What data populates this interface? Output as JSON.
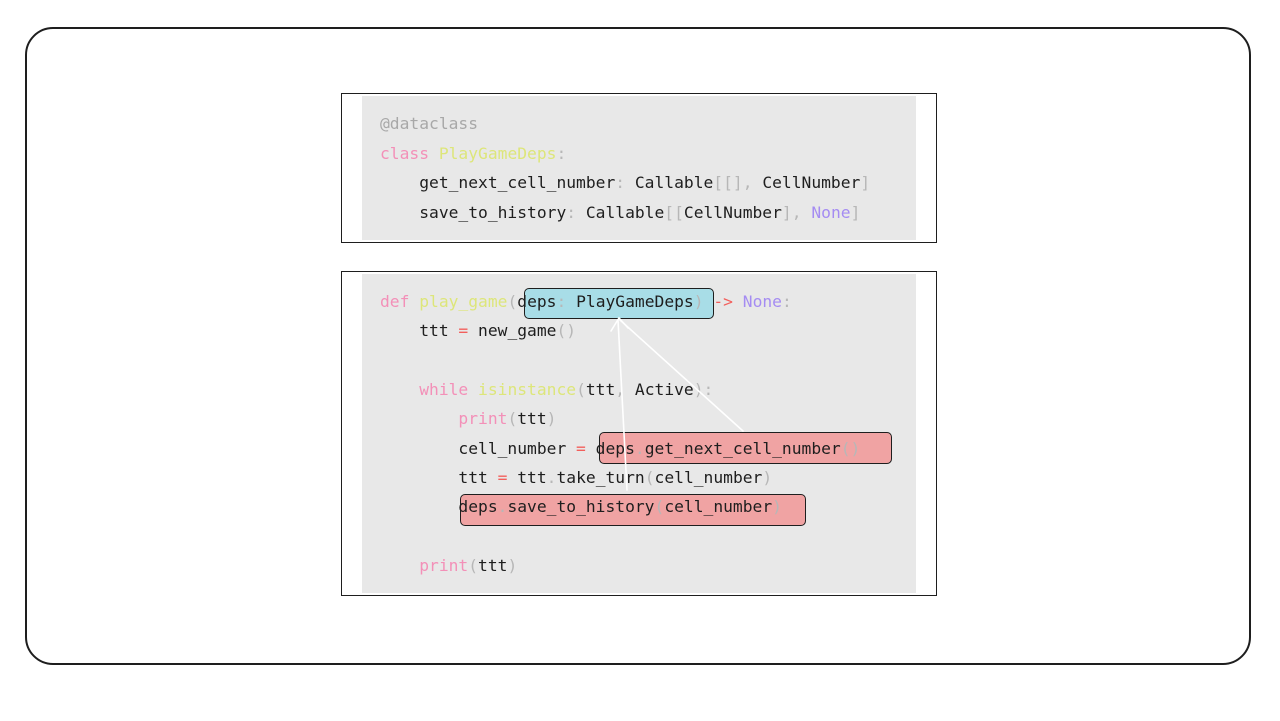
{
  "panel1": {
    "lines": [
      {
        "tokens": [
          {
            "t": "@dataclass",
            "c": "dec"
          }
        ]
      },
      {
        "tokens": [
          {
            "t": "class ",
            "c": "kw"
          },
          {
            "t": "PlayGameDeps",
            "c": "ty"
          },
          {
            "t": ":",
            "c": "pn"
          }
        ]
      },
      {
        "tokens": [
          {
            "t": "    get_next_cell_number",
            "c": ""
          },
          {
            "t": ": ",
            "c": "pn"
          },
          {
            "t": "Callable",
            "c": ""
          },
          {
            "t": "[[], ",
            "c": "pn"
          },
          {
            "t": "CellNumber",
            "c": ""
          },
          {
            "t": "]",
            "c": "pn"
          }
        ]
      },
      {
        "tokens": [
          {
            "t": "    save_to_history",
            "c": ""
          },
          {
            "t": ": ",
            "c": "pn"
          },
          {
            "t": "Callable",
            "c": ""
          },
          {
            "t": "[[",
            "c": "pn"
          },
          {
            "t": "CellNumber",
            "c": ""
          },
          {
            "t": "], ",
            "c": "pn"
          },
          {
            "t": "None",
            "c": "pu"
          },
          {
            "t": "]",
            "c": "pn"
          }
        ]
      }
    ]
  },
  "panel2": {
    "lines": [
      {
        "tokens": [
          {
            "t": "def ",
            "c": "kw"
          },
          {
            "t": "play_game",
            "c": "ty"
          },
          {
            "t": "(",
            "c": "pn"
          },
          {
            "t": "deps",
            "c": ""
          },
          {
            "t": ": ",
            "c": "pn"
          },
          {
            "t": "PlayGameDeps",
            "c": ""
          },
          {
            "t": ")",
            "c": "pn"
          },
          {
            "t": " -> ",
            "c": "op"
          },
          {
            "t": "None",
            "c": "pu"
          },
          {
            "t": ":",
            "c": "pn"
          }
        ]
      },
      {
        "tokens": [
          {
            "t": "    ttt ",
            "c": ""
          },
          {
            "t": "=",
            "c": "op"
          },
          {
            "t": " new_game",
            "c": ""
          },
          {
            "t": "()",
            "c": "pn"
          }
        ]
      },
      {
        "tokens": []
      },
      {
        "tokens": [
          {
            "t": "    while ",
            "c": "kw"
          },
          {
            "t": "isinstance",
            "c": "ty"
          },
          {
            "t": "(",
            "c": "pn"
          },
          {
            "t": "ttt",
            "c": ""
          },
          {
            "t": ", ",
            "c": "pn"
          },
          {
            "t": "Active",
            "c": ""
          },
          {
            "t": "):",
            "c": "pn"
          }
        ]
      },
      {
        "tokens": [
          {
            "t": "        print",
            "c": "fn-print"
          },
          {
            "t": "(",
            "c": "pn"
          },
          {
            "t": "ttt",
            "c": ""
          },
          {
            "t": ")",
            "c": "pn"
          }
        ]
      },
      {
        "tokens": [
          {
            "t": "        cell_number ",
            "c": ""
          },
          {
            "t": "= ",
            "c": "op"
          },
          {
            "t": "deps",
            "c": ""
          },
          {
            "t": ".",
            "c": "pn"
          },
          {
            "t": "get_next_cell_number",
            "c": ""
          },
          {
            "t": "()",
            "c": "pn"
          }
        ]
      },
      {
        "tokens": [
          {
            "t": "        ttt ",
            "c": ""
          },
          {
            "t": "=",
            "c": "op"
          },
          {
            "t": " ttt",
            "c": ""
          },
          {
            "t": ".",
            "c": "pn"
          },
          {
            "t": "take_turn",
            "c": ""
          },
          {
            "t": "(",
            "c": "pn"
          },
          {
            "t": "cell_number",
            "c": ""
          },
          {
            "t": ")",
            "c": "pn"
          }
        ]
      },
      {
        "tokens": [
          {
            "t": "        deps",
            "c": ""
          },
          {
            "t": ".",
            "c": "pn"
          },
          {
            "t": "save_to_history",
            "c": ""
          },
          {
            "t": "(",
            "c": "pn"
          },
          {
            "t": "cell_number",
            "c": ""
          },
          {
            "t": ")",
            "c": "pn"
          }
        ]
      },
      {
        "tokens": []
      },
      {
        "tokens": [
          {
            "t": "    print",
            "c": "fn-print"
          },
          {
            "t": "(",
            "c": "pn"
          },
          {
            "t": "ttt",
            "c": ""
          },
          {
            "t": ")",
            "c": "pn"
          }
        ]
      }
    ]
  },
  "colors": {
    "highlight_param": "#a8dde7",
    "highlight_call": "#f0a3a3",
    "code_background": "#e8e8e8",
    "arrow": "#ffffff"
  }
}
